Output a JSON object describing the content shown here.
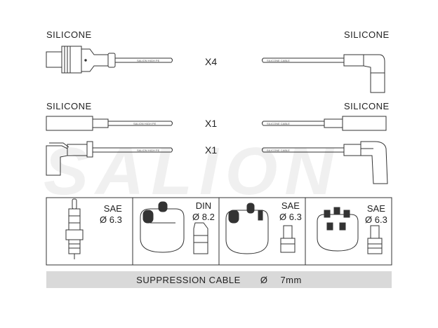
{
  "watermark": "SALION",
  "rows": [
    {
      "left_label": "SILICONE",
      "right_label": "SILICONE",
      "qty": "X4",
      "left_print": "SALION HIGH PE",
      "right_print": "SILICONE CABLE"
    },
    {
      "left_label": "SILICONE",
      "right_label": "SILICONE",
      "qty": "X1",
      "left_print": "SALION HIGH PE",
      "right_print": "SILICONE CABLE"
    },
    {
      "left_label": "",
      "right_label": "",
      "qty": "X1",
      "left_print": "SALION HIGH PE",
      "right_print": "SILICONE CABLE"
    }
  ],
  "connectors": [
    {
      "standard": "SAE",
      "diameter": "Ø 6.3",
      "icon": "spark-plug-icon"
    },
    {
      "standard": "DIN",
      "diameter": "Ø 8.2",
      "icon": "distributor-cap-din-icon"
    },
    {
      "standard": "SAE",
      "diameter": "Ø 6.3",
      "icon": "distributor-cap-sae-icon"
    },
    {
      "standard": "SAE",
      "diameter": "Ø 6.3",
      "icon": "distributor-cap-multi-icon"
    }
  ],
  "footer": {
    "label": "SUPPRESSION CABLE",
    "symbol": "Ø",
    "size": "7mm"
  },
  "colors": {
    "line": "#333333",
    "footer_bg": "#d9d9d9",
    "watermark": "#f0f0f0"
  }
}
